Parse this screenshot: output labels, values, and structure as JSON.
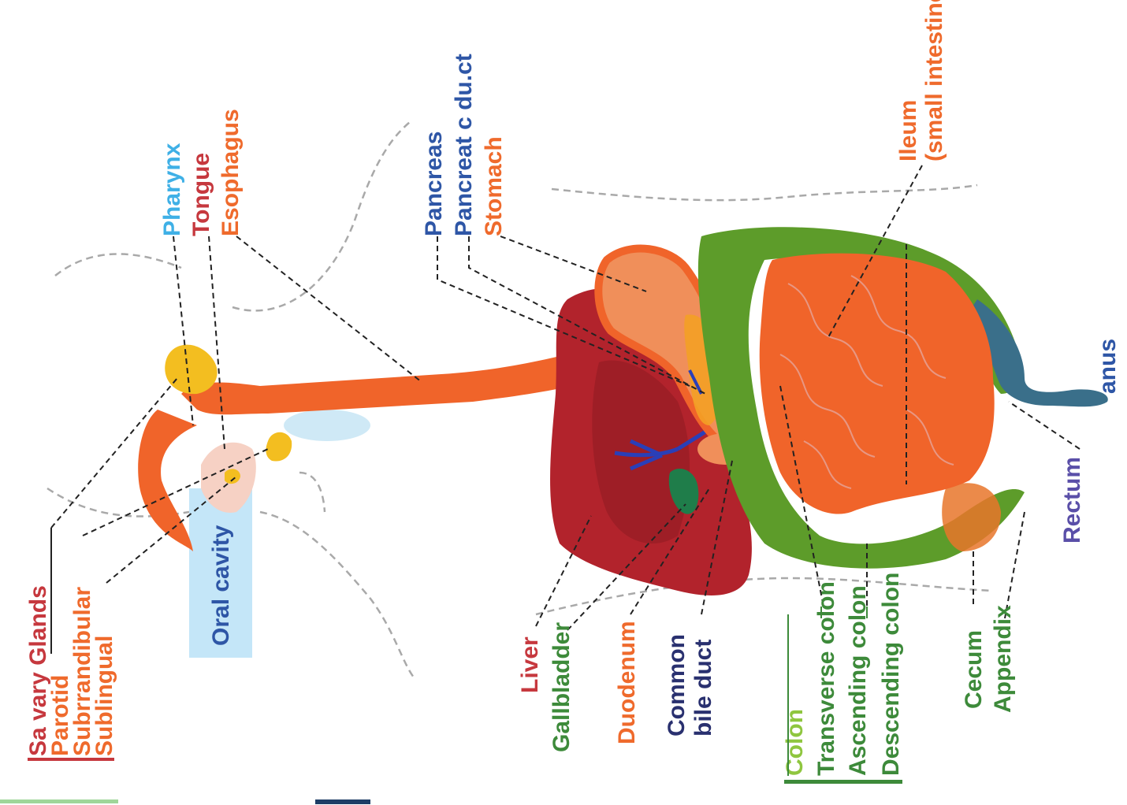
{
  "colors": {
    "orange": "#ef6a2c",
    "red": "#c6383e",
    "blue": "#2e56a6",
    "cyan": "#3fb0e6",
    "green": "#3d8a3a",
    "lime": "#8fc63f",
    "navy": "#29306f",
    "liver": "#b2232c",
    "intestine": "#f0642a",
    "colon": "#5d9c2a"
  },
  "labels": {
    "salivary_glands": "Sa vary Glands",
    "parotid": "Parotid",
    "submandibular": "Subrrandibular",
    "sublingual": "Sublingual",
    "oral_cavity": "Oral cavity",
    "pharynx": "Pharynx",
    "tongue": "Tongue",
    "esophagus": "Esophagus",
    "pancreas": "Pancreas",
    "pancreatic_duct": "Pancreat c du.ct",
    "stomach": "Stomach",
    "ileum": "Ileum",
    "small_intestine": "(small intestine)",
    "anus": "anus",
    "rectum": "Rectum",
    "liver": "Liver",
    "gallbladder": "Gallbladder",
    "duodenum": "Duodenum",
    "common": "Common",
    "bile_duct": "bile duct",
    "colon": "Colon",
    "transverse_colon": "Transverse colon",
    "ascending_colon": "Ascending colon",
    "descending_colon": "Descending colon",
    "cecum": "Cecum",
    "appendix": "Appendix"
  }
}
